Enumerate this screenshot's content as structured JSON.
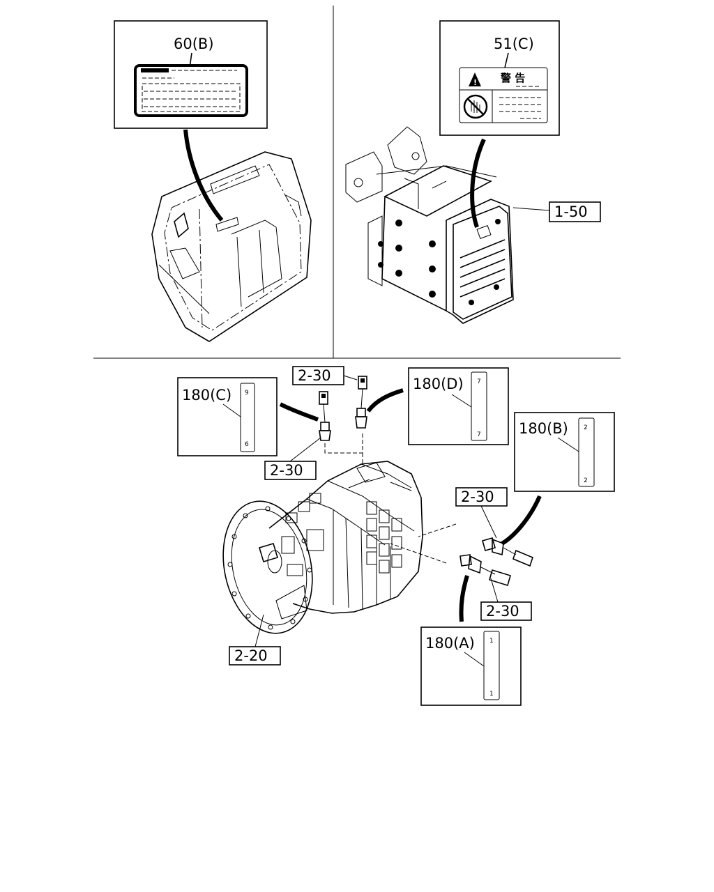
{
  "callouts": {
    "label_60b": "60(B)",
    "label_51c": "51(C)",
    "ref_1_50": "1-50",
    "ref_2_30_top": "2-30",
    "ref_2_30_left": "2-30",
    "ref_2_30_right_upper": "2-30",
    "ref_2_30_right_lower": "2-30",
    "ref_2_20": "2-20",
    "label_180c": "180(C)",
    "label_180d": "180(D)",
    "label_180b": "180(B)",
    "label_180a": "180(A)"
  },
  "warning_label": {
    "title": "警 告"
  },
  "tag_marks": {
    "c_top": "9",
    "c_bottom": "6",
    "d_top": "7",
    "d_bottom": "7",
    "b_top": "2",
    "b_bottom": "2",
    "a_top": "1",
    "a_bottom": "1"
  }
}
